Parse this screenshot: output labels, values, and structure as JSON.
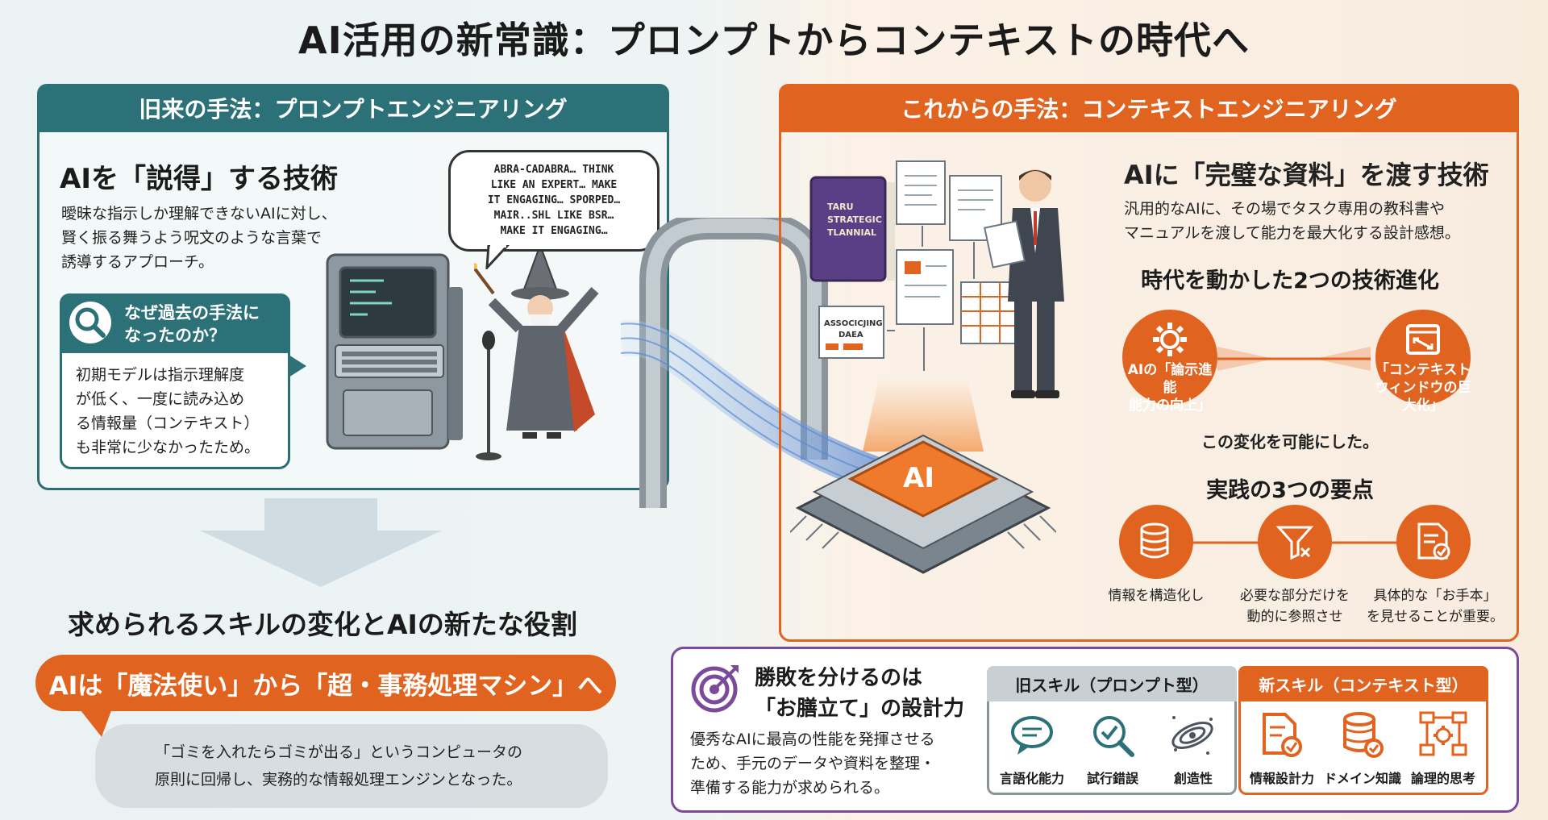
{
  "title": "AI活用の新常識：プロンプトからコンテキストの時代へ",
  "old_method": {
    "tab": "旧来の手法：プロンプトエンジニアリング",
    "heading": "AIを「説得」する技術",
    "body": [
      "曖昧な指示しか理解できないAIに対し、",
      "賢く振る舞うよう呪文のような言葉で",
      "誘導するアプローチ。"
    ],
    "why": {
      "title": [
        "なぜ過去の手法に",
        "なったのか？"
      ],
      "body": [
        "初期モデルは指示理解度",
        "が低く、一度に読み込め",
        "る情報量（コンテキスト）",
        "も非常に少なかったため。"
      ]
    },
    "speech": [
      "ABRA-CADABRA… THINK",
      "LIKE AN EXPERT… MAKE",
      "IT ENGAGING… SPORPED…",
      "MAIR..SHL LIKE BSR…",
      "MAKE IT ENGAGING…"
    ]
  },
  "new_method": {
    "tab": "これからの手法：コンテキストエンジニアリング",
    "heading": "AIに「完璧な資料」を渡す技術",
    "body": [
      "汎用的なAIに、その場でタスク専用の教科書や",
      "マニュアルを渡して能力を最大化する設計感想。"
    ],
    "evolution_title": "時代を動かした2つの技術進化",
    "evolution": [
      {
        "icon": "gear-icon",
        "label": [
          "AIの「論示進能",
          "能力の向上」"
        ]
      },
      {
        "icon": "expand-window-icon",
        "label": [
          "「コンテキスト",
          "ウィンドウの巨大化」"
        ]
      }
    ],
    "evolution_caption": "この変化を可能にした。",
    "practice_title": "実践の3つの要点",
    "practice": [
      {
        "icon": "database-icon",
        "label": [
          "情報を構造化し"
        ]
      },
      {
        "icon": "filter-icon",
        "label": [
          "必要な部分だけを",
          "動的に参照させ"
        ]
      },
      {
        "icon": "document-check-icon",
        "label": [
          "具体的な「お手本」",
          "を見せることが重要。"
        ]
      }
    ],
    "book_text": [
      "TARU",
      "STRATEGIC",
      "TLANNIAL"
    ],
    "assoc_text": [
      "ASSOCICJING",
      "DAEA"
    ],
    "chip_text": "AI"
  },
  "skills": {
    "title": "求められるスキルの変化とAIの新たな役割",
    "banner": "AIは「魔法使い」から「超・事務処理マシン」へ",
    "gigo": [
      "「ゴミを入れたらゴミが出る」というコンピュータの",
      "原則に回帰し、実務的な情報処理エンジンとなった。"
    ]
  },
  "winning": {
    "title": [
      "勝敗を分けるのは",
      "「お膳立て」の設計力"
    ],
    "body": [
      "優秀なAIに最高の性能を発揮させる",
      "ため、手元のデータや資料を整理・",
      "準備する能力が求められる。"
    ],
    "old_skills_title": "旧スキル（プロンプト型）",
    "old_skills": [
      {
        "icon": "speech-bubble-icon",
        "label": "言語化能力"
      },
      {
        "icon": "magnifier-check-icon",
        "label": "試行錯誤"
      },
      {
        "icon": "galaxy-icon",
        "label": "創造性"
      }
    ],
    "new_skills_title": "新スキル（コンテキスト型）",
    "new_skills": [
      {
        "icon": "document-check-icon",
        "label": "情報設計力"
      },
      {
        "icon": "database-check-icon",
        "label": "ドメイン知識"
      },
      {
        "icon": "flowchart-gear-icon",
        "label": "論理的思考"
      }
    ]
  },
  "colors": {
    "teal": "#2c7177",
    "orange": "#e0641f",
    "purple": "#7b4b9a"
  }
}
